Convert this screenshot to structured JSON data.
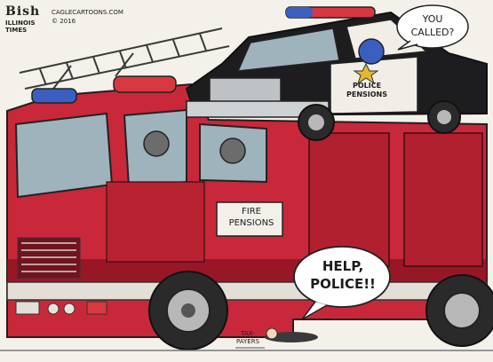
{
  "signature": {
    "artist": "Bish",
    "site": "CAGLECARTOONS.COM",
    "year": "© 2016",
    "publication": "ILLINOIS\nTIMES"
  },
  "police_speech": "YOU\nCALLED?",
  "police_car_badge": "POLICE\nPENSIONS",
  "fire_truck_sign": "FIRE\nPENSIONS",
  "help_speech": "HELP,\nPOLICE!!",
  "taxpayer_label": "TAX-\nPAYERS",
  "colors": {
    "truck_red": "#c8283a",
    "truck_dark_red": "#8e1424",
    "police_black": "#1d1d1f",
    "paper": "#f4f1ea",
    "siren_red": "#d8383f",
    "siren_blue": "#3a5fc0",
    "badge_gold": "#e3b830"
  }
}
